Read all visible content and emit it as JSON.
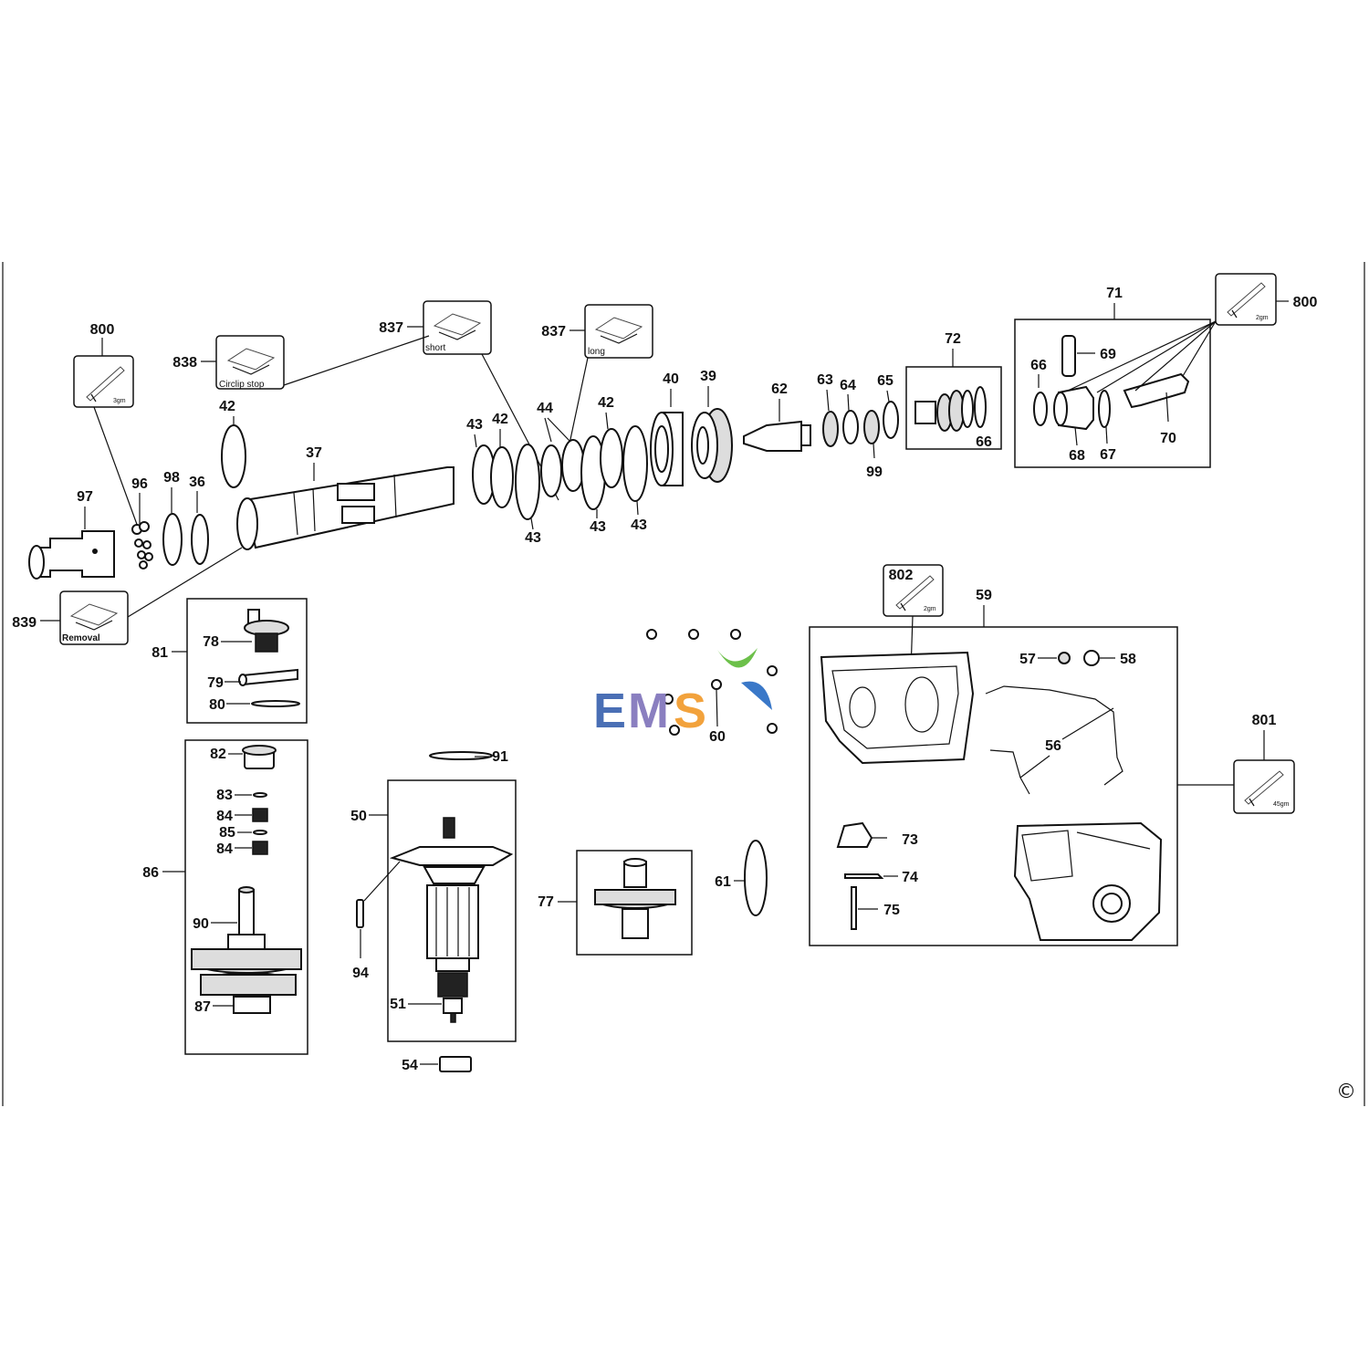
{
  "labels": {
    "l800a": "800",
    "l838": "838",
    "l42a": "42",
    "l96": "96",
    "l98": "98",
    "l36": "36",
    "l97": "97",
    "l37": "37",
    "l839": "839",
    "l837a": "837",
    "l837b": "837",
    "l43a": "43",
    "l42b": "42",
    "l44": "44",
    "l42c": "42",
    "l43b": "43",
    "l43c": "43",
    "l43d": "43",
    "l40": "40",
    "l39": "39",
    "l62": "62",
    "l63": "63",
    "l64": "64",
    "l65": "65",
    "l99": "99",
    "l72": "72",
    "l66a": "66",
    "l71": "71",
    "l800b": "800",
    "l66b": "66",
    "l69": "69",
    "l68": "68",
    "l67": "67",
    "l70": "70",
    "l81": "81",
    "l78": "78",
    "l79": "79",
    "l80": "80",
    "l82": "82",
    "l83": "83",
    "l84a": "84",
    "l85": "85",
    "l84b": "84",
    "l86": "86",
    "l90": "90",
    "l87": "87",
    "l91": "91",
    "l50": "50",
    "l94": "94",
    "l51": "51",
    "l54": "54",
    "l77": "77",
    "l61": "61",
    "l60": "60",
    "l802": "802",
    "l59": "59",
    "l57": "57",
    "l58": "58",
    "l56": "56",
    "l801": "801",
    "l73": "73",
    "l74": "74",
    "l75": "75"
  },
  "tool_captions": {
    "circlip_stop": "Circlip stop",
    "short": "short",
    "long": "long",
    "removal": "Removal"
  },
  "grease_amounts": {
    "g800a": "3gm",
    "g800b": "2gm",
    "g802": "2gm",
    "g801": "45gm"
  },
  "watermark": {
    "text_e": "E",
    "text_m": "M",
    "text_s": "S",
    "color_e": "#4a6fb5",
    "color_m": "#8a7fc0",
    "color_s": "#f2a23c",
    "swoosh_green": "#6cc04a",
    "swoosh_blue": "#3a78c8"
  },
  "copyright": "©"
}
